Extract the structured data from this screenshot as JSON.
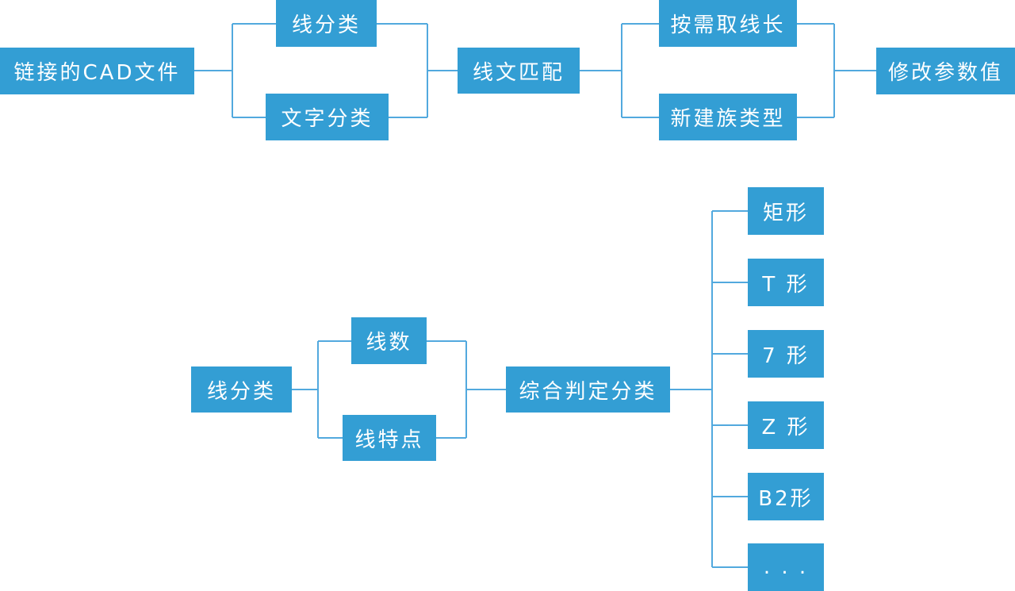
{
  "colors": {
    "node_fill": "#339ed4",
    "connector": "#52a9de",
    "text": "#ffffff"
  },
  "diagram_top": {
    "nodes": {
      "cad": "链接的CAD文件",
      "line_class": "线分类",
      "text_class": "文字分类",
      "match": "线文匹配",
      "take_length": "按需取线长",
      "new_type": "新建族类型",
      "modify": "修改参数值"
    }
  },
  "diagram_bottom": {
    "nodes": {
      "line_class": "线分类",
      "line_count": "线数",
      "line_feature": "线特点",
      "judge": "综合判定分类",
      "rect": "矩形",
      "t_shape": "T 形",
      "seven_shape": "7 形",
      "z_shape": "Z 形",
      "b2_shape": "B2形",
      "more": ". . ."
    }
  }
}
